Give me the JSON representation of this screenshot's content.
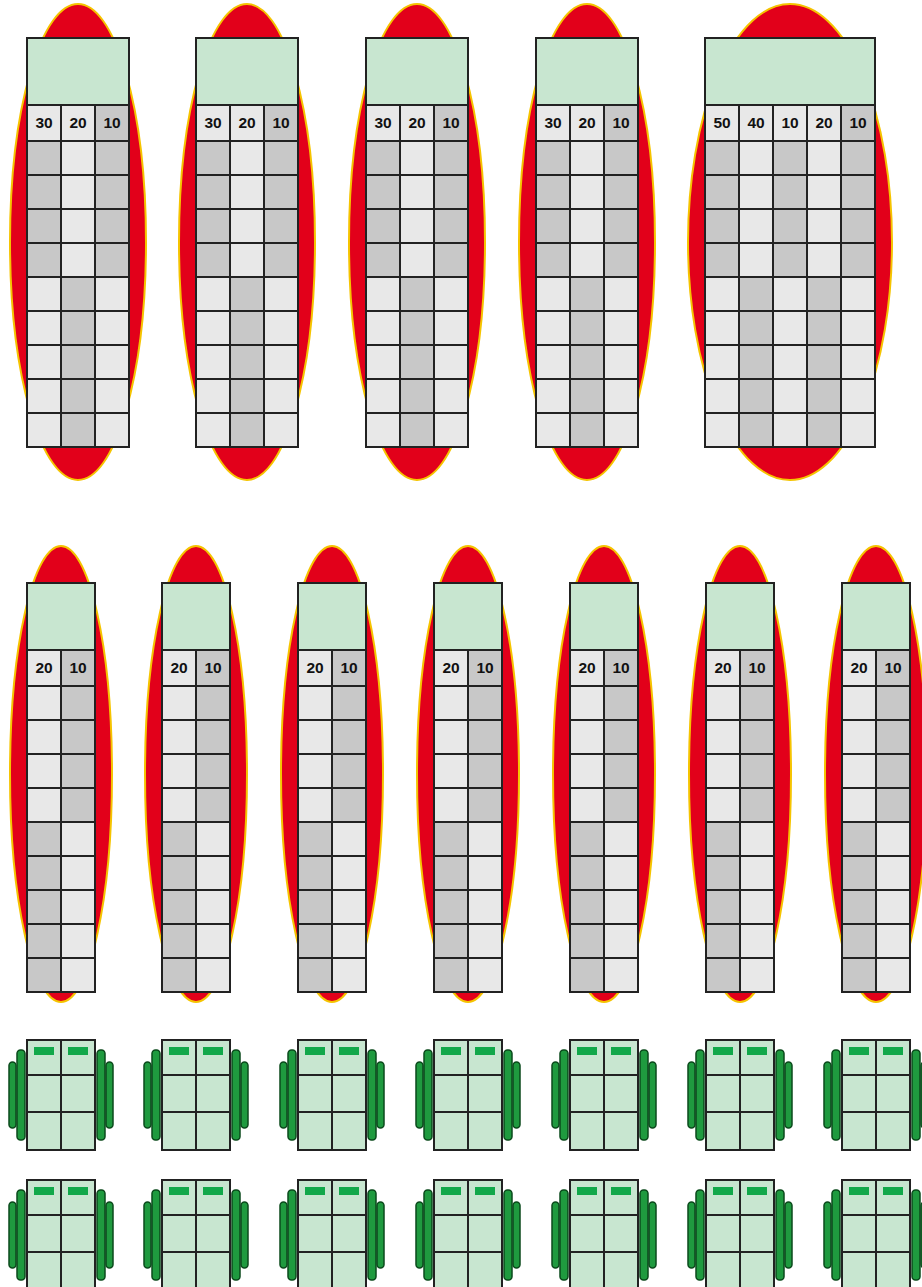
{
  "diagram": {
    "labels": [
      "30",
      "20",
      "10",
      "30",
      "20",
      "10",
      "30",
      "20",
      "10",
      "30",
      "20",
      "10",
      "50",
      "40",
      "10",
      "20",
      "10",
      "20",
      "10",
      "20",
      "10",
      "20",
      "10",
      "20",
      "10",
      "20",
      "10",
      "20",
      "10",
      "20",
      "10"
    ]
  }
}
